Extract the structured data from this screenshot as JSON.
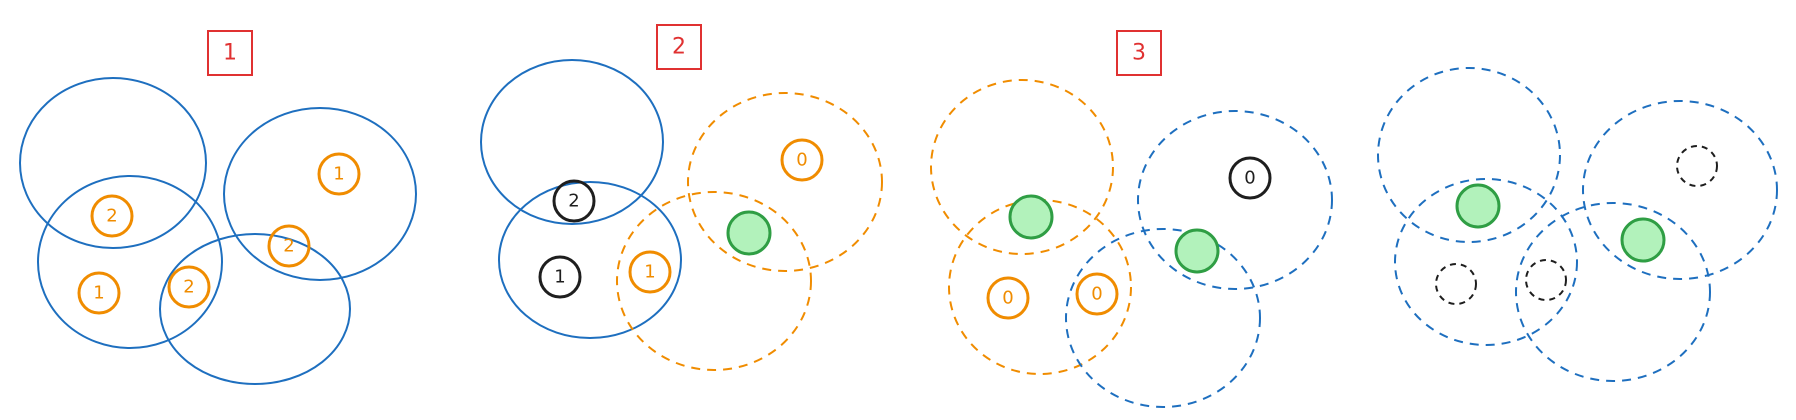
{
  "colors": {
    "blue": "#1e6fbf",
    "orange": "#f08c00",
    "black": "#1e1e1e",
    "red": "#e03131",
    "green_fill": "#b2f2bb",
    "green_stroke": "#2f9e44"
  },
  "steps": [
    {
      "label": "1"
    },
    {
      "label": "2"
    },
    {
      "label": "3"
    }
  ],
  "panels": [
    {
      "nodes": [
        {
          "value": "2",
          "style": "orange"
        },
        {
          "value": "1",
          "style": "orange"
        },
        {
          "value": "2",
          "style": "orange"
        },
        {
          "value": "1",
          "style": "orange"
        },
        {
          "value": "2",
          "style": "orange"
        }
      ]
    },
    {
      "nodes": [
        {
          "value": "2",
          "style": "black"
        },
        {
          "value": "1",
          "style": "black"
        },
        {
          "value": "1",
          "style": "orange"
        },
        {
          "value": "0",
          "style": "orange"
        },
        {
          "value": "",
          "style": "green"
        }
      ]
    },
    {
      "nodes": [
        {
          "value": "",
          "style": "green"
        },
        {
          "value": "0",
          "style": "orange"
        },
        {
          "value": "0",
          "style": "orange"
        },
        {
          "value": "",
          "style": "green"
        },
        {
          "value": "0",
          "style": "black"
        }
      ]
    },
    {
      "nodes": [
        {
          "value": "",
          "style": "green"
        },
        {
          "value": "",
          "style": "dashed-black"
        },
        {
          "value": "",
          "style": "dashed-black"
        },
        {
          "value": "",
          "style": "green"
        },
        {
          "value": "",
          "style": "dashed-black"
        }
      ]
    }
  ]
}
